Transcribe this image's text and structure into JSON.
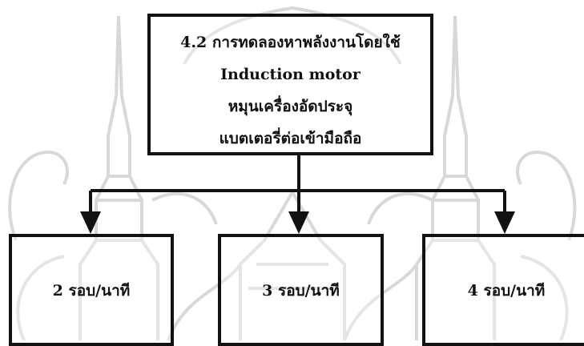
{
  "top_box": {
    "line1": "4.2 การทดลองหาพลังงานโดยใช้",
    "line2": "Induction motor",
    "line3": "หมุนเครื่องอัดประจุ",
    "line4": "แบตเตอรี่ต่อเข้ามือถือ"
  },
  "boxes": {
    "left": "2 รอบ/นาที",
    "middle": "3 รอบ/นาที",
    "right": "4 รอบ/นาที"
  }
}
